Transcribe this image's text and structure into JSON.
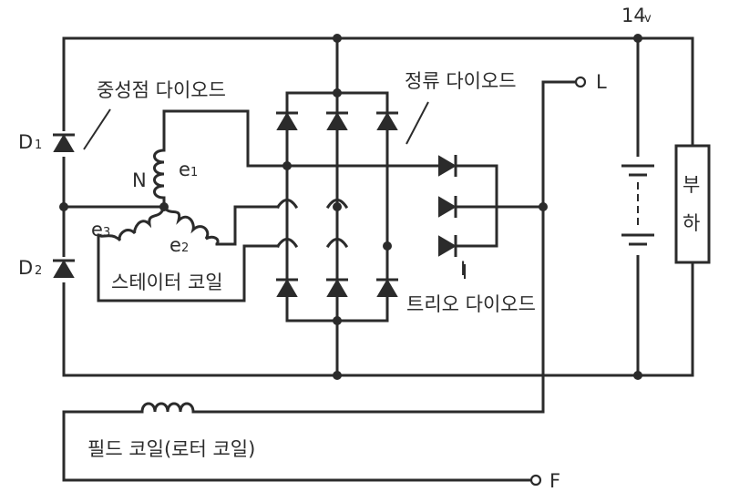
{
  "voltage": {
    "value": "14",
    "unit": "v"
  },
  "labels": {
    "neutral_diode": "중성점 다이오드",
    "rectifier_diode": "정류 다이오드",
    "trio_diode": "트리오 다이오드",
    "stator_coil": "스테이터 코일",
    "field_coil": "필드 코일(로터 코일)",
    "load_line1": "부",
    "load_line2": "하"
  },
  "terminals": {
    "L": "L",
    "F": "F",
    "I": "I"
  },
  "components": {
    "D1": {
      "letter": "D",
      "sub": "1"
    },
    "D2": {
      "letter": "D",
      "sub": "2"
    },
    "N": "N",
    "e1": {
      "letter": "e",
      "sub": "1"
    },
    "e2": {
      "letter": "e",
      "sub": "2"
    },
    "e3": {
      "letter": "e",
      "sub": "3"
    }
  }
}
